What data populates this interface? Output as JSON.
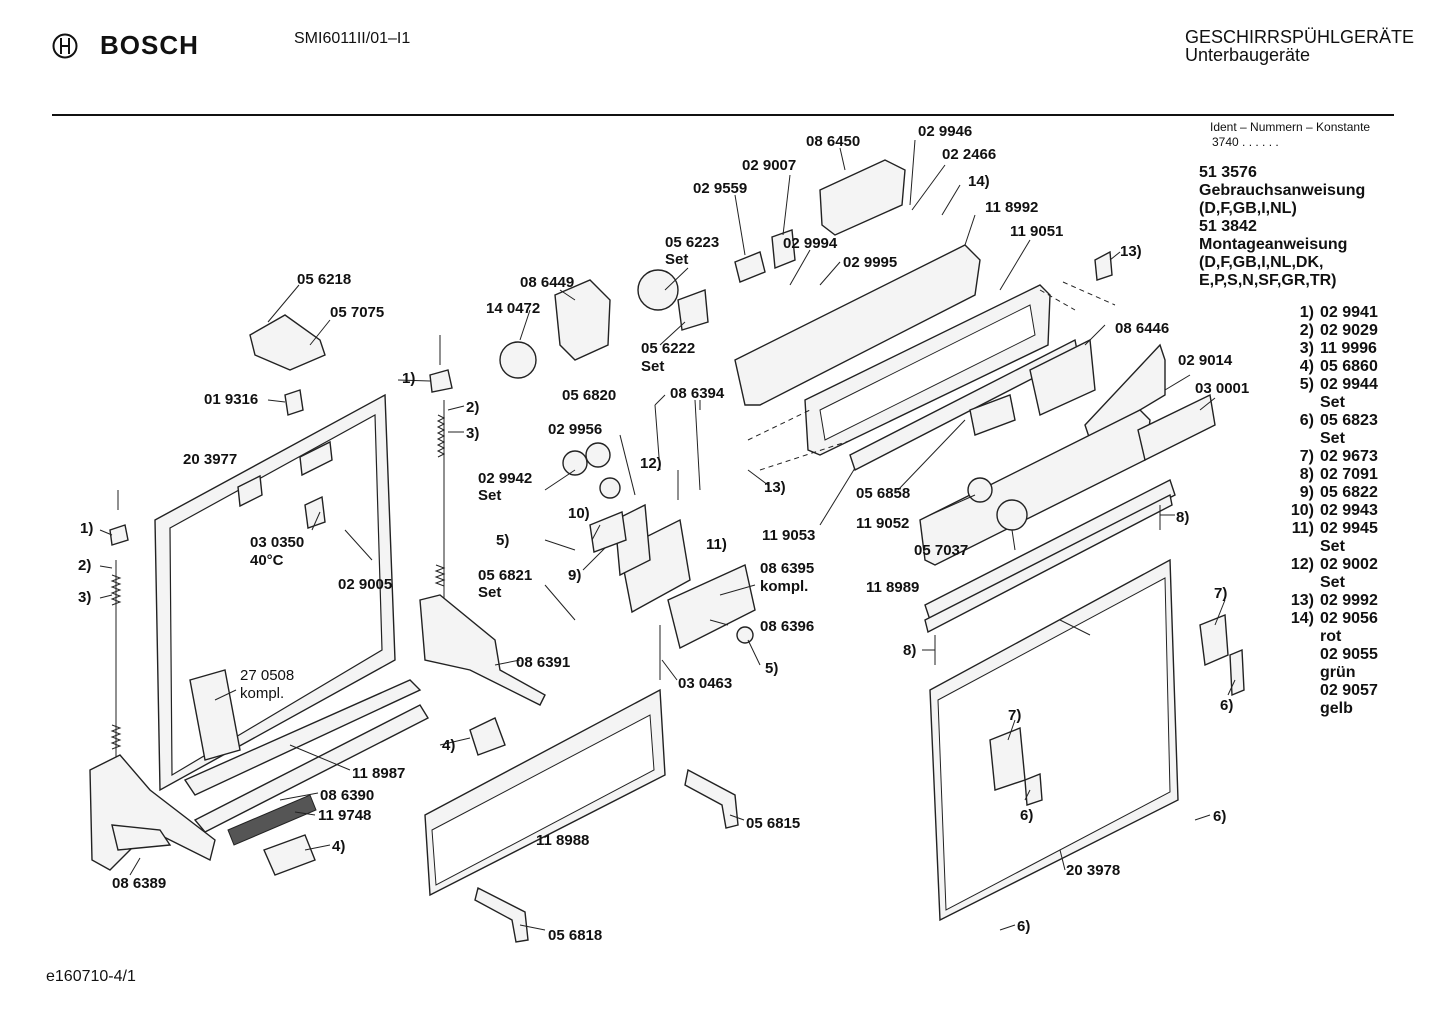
{
  "header": {
    "brand": "BOSCH",
    "model": "SMI6011II/01–I1",
    "category_line1": "GESCHIRRSPÜHLGERÄTE",
    "category_line2": "Unterbaugeräte"
  },
  "ident": {
    "label": "Ident – Nummern – Konstante",
    "value": "3740 . . . . . ."
  },
  "documents": [
    {
      "number": "51 3576",
      "title": "Gebrauchsanweisung",
      "langs": "(D,F,GB,I,NL)"
    },
    {
      "number": "51 3842",
      "title": "Montageanweisung",
      "langs": "(D,F,GB,I,NL,DK,",
      "langs2": "E,P,S,N,SF,GR,TR)"
    }
  ],
  "legend": [
    {
      "n": "1)",
      "code": "02 9941",
      "note": ""
    },
    {
      "n": "2)",
      "code": "02 9029",
      "note": ""
    },
    {
      "n": "3)",
      "code": "11 9996",
      "note": ""
    },
    {
      "n": "4)",
      "code": "05 6860",
      "note": ""
    },
    {
      "n": "5)",
      "code": "02 9944",
      "note": "Set"
    },
    {
      "n": "6)",
      "code": "05 6823",
      "note": "Set"
    },
    {
      "n": "7)",
      "code": "02 9673",
      "note": ""
    },
    {
      "n": "8)",
      "code": "02 7091",
      "note": ""
    },
    {
      "n": "9)",
      "code": "05 6822",
      "note": ""
    },
    {
      "n": "10)",
      "code": "02 9943",
      "note": ""
    },
    {
      "n": "11)",
      "code": "02 9945",
      "note": "Set"
    },
    {
      "n": "12)",
      "code": "02 9002",
      "note": "Set"
    },
    {
      "n": "13)",
      "code": "02 9992",
      "note": ""
    },
    {
      "n": "14)",
      "code": "02 9056",
      "note": "rot",
      "extra": [
        [
          "02 9055",
          "grün"
        ],
        [
          "02 9057",
          "gelb"
        ]
      ]
    }
  ],
  "labels": {
    "p086450": "08 6450",
    "p029946": "02 9946",
    "p022466": "02 2466",
    "p14": "14)",
    "p029007": "02 9007",
    "p029559": "02 9559",
    "p118992": "11 8992",
    "p119051": "11 9051",
    "p13a": "13)",
    "p056223": "05 6223",
    "set1": "Set",
    "p029994": "02 9994",
    "p029995": "02 9995",
    "p086449": "08 6449",
    "p140472": "14 0472",
    "p056222": "05 6222",
    "set2": "Set",
    "p056218": "05 6218",
    "p057075": "05 7075",
    "p086446": "08 6446",
    "p029014": "02 9014",
    "p030001": "03 0001",
    "p1a": "1)",
    "p019316": "01 9316",
    "p2a": "2)",
    "p3a": "3)",
    "p056820": "05 6820",
    "p086394": "08 6394",
    "p029956": "02 9956",
    "p12": "12)",
    "p203977": "20 3977",
    "p029942": "02 9942",
    "set3": "Set",
    "p13b": "13)",
    "p056858": "05 6858",
    "p119053": "11 9053",
    "p119052": "11 9052",
    "p8a": "8)",
    "p1b": "1)",
    "p10": "10)",
    "p030350": "03 0350",
    "p40c": "40°C",
    "p5a": "5)",
    "p11": "11)",
    "p2b": "2)",
    "p9": "9)",
    "p086395": "08 6395",
    "kompl1": "kompl.",
    "p057037": "05 7037",
    "p3b": "3)",
    "p029005": "02 9005",
    "p056821": "05 6821",
    "set4": "Set",
    "p118989": "11 8989",
    "p7a": "7)",
    "p086396": "08 6396",
    "p8b": "8)",
    "p086391": "08 6391",
    "p270508": "27 0508",
    "kompl2": "kompl.",
    "p5b": "5)",
    "p030463": "03 0463",
    "p6a": "6)",
    "p4a": "4)",
    "p7b": "7)",
    "p118987": "11 8987",
    "p086390": "08 6390",
    "p119748": "11 9748",
    "p6b": "6)",
    "p056815": "05 6815",
    "p6c": "6)",
    "p4b": "4)",
    "p118988": "11 8988",
    "p203978": "20 3978",
    "p086389": "08 6389",
    "p056818": "05 6818",
    "p6d": "6)"
  },
  "footer": {
    "code": "e160710-4/1"
  }
}
